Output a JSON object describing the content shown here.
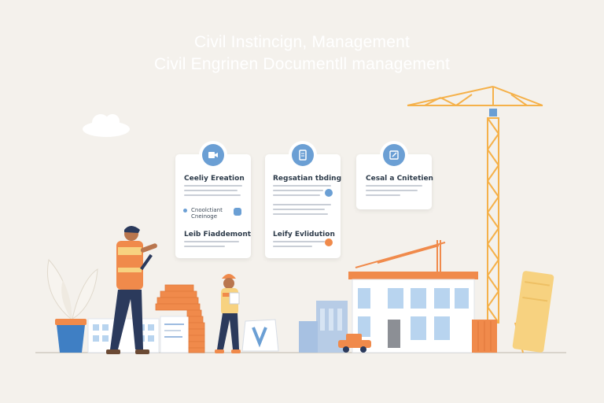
{
  "title": {
    "line1": "Civil Instincign, Management",
    "line2": "Civil Engrinen Documentll management"
  },
  "cards": [
    {
      "icon": "video-icon",
      "heading1": "Ceeliy Ereation",
      "sub_item": "Cnoolctiant Cneinoge",
      "heading2": "Leib Fiaddemont"
    },
    {
      "icon": "document-icon",
      "heading1": "Regsatian tbding",
      "heading2": "Leify Evlidution"
    },
    {
      "icon": "edit-icon",
      "heading1": "Cesal a Cnitetien"
    }
  ],
  "colors": {
    "background": "#f4f1ec",
    "accent_blue": "#6b9fd4",
    "crane_orange": "#f5b14a",
    "brick_orange": "#f08a4b",
    "worker_dark": "#2b3a5c"
  }
}
